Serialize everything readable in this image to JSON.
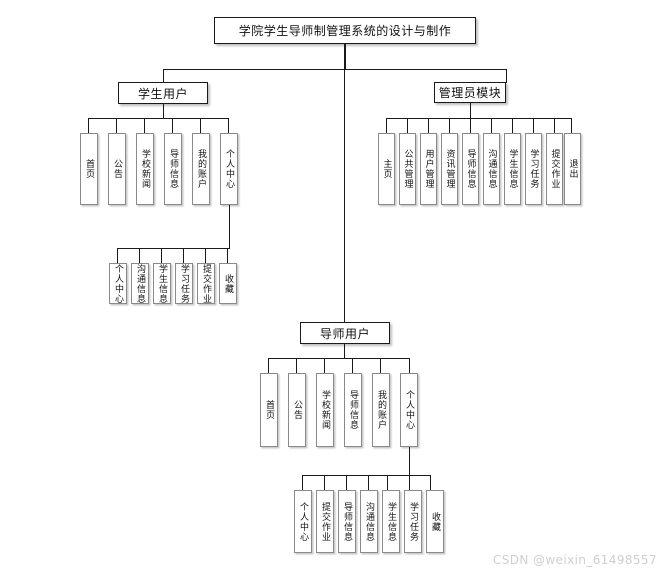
{
  "diagram": {
    "type": "tree",
    "root": {
      "label": "学院学生导师制管理系统的设计与制作"
    },
    "branches": [
      {
        "key": "student",
        "label": "学生用户",
        "children": [
          {
            "label": "首页"
          },
          {
            "label": "公告"
          },
          {
            "label": "学校新闻"
          },
          {
            "label": "导师信息"
          },
          {
            "label": "我的账户"
          },
          {
            "label": "个人中心"
          }
        ],
        "sub_parent": "个人中心",
        "sub_children": [
          {
            "label": "个人中心"
          },
          {
            "label": "沟通信息"
          },
          {
            "label": "学生信息"
          },
          {
            "label": "学习任务"
          },
          {
            "label": "提交作业"
          },
          {
            "label": "收藏"
          }
        ]
      },
      {
        "key": "mentor",
        "label": "导师用户",
        "children": [
          {
            "label": "首页"
          },
          {
            "label": "公告"
          },
          {
            "label": "学校新闻"
          },
          {
            "label": "导师信息"
          },
          {
            "label": "我的账户"
          },
          {
            "label": "个人中心"
          }
        ],
        "sub_parent": "个人中心",
        "sub_children": [
          {
            "label": "个人中心"
          },
          {
            "label": "提交作业"
          },
          {
            "label": "导师信息"
          },
          {
            "label": "沟通信息"
          },
          {
            "label": "学生信息"
          },
          {
            "label": "学习任务"
          },
          {
            "label": "收藏"
          }
        ]
      },
      {
        "key": "admin",
        "label": "管理员模块",
        "children": [
          {
            "label": "主页"
          },
          {
            "label": "公共管理"
          },
          {
            "label": "用户管理"
          },
          {
            "label": "资讯管理"
          },
          {
            "label": "导师信息"
          },
          {
            "label": "沟通信息"
          },
          {
            "label": "学生信息"
          },
          {
            "label": "学习任务"
          },
          {
            "label": "提交作业"
          },
          {
            "label": "退出"
          }
        ],
        "sub_parent": null,
        "sub_children": []
      }
    ]
  },
  "watermark": {
    "text": "CSDN @weixin_61498557"
  },
  "colors": {
    "line": "#1a1a1a",
    "header_border": "#1a1a1a",
    "leaf_border": "#8a8a8a",
    "background": "#ffffff",
    "text": "#111111",
    "watermark": "#cfcfcf"
  }
}
